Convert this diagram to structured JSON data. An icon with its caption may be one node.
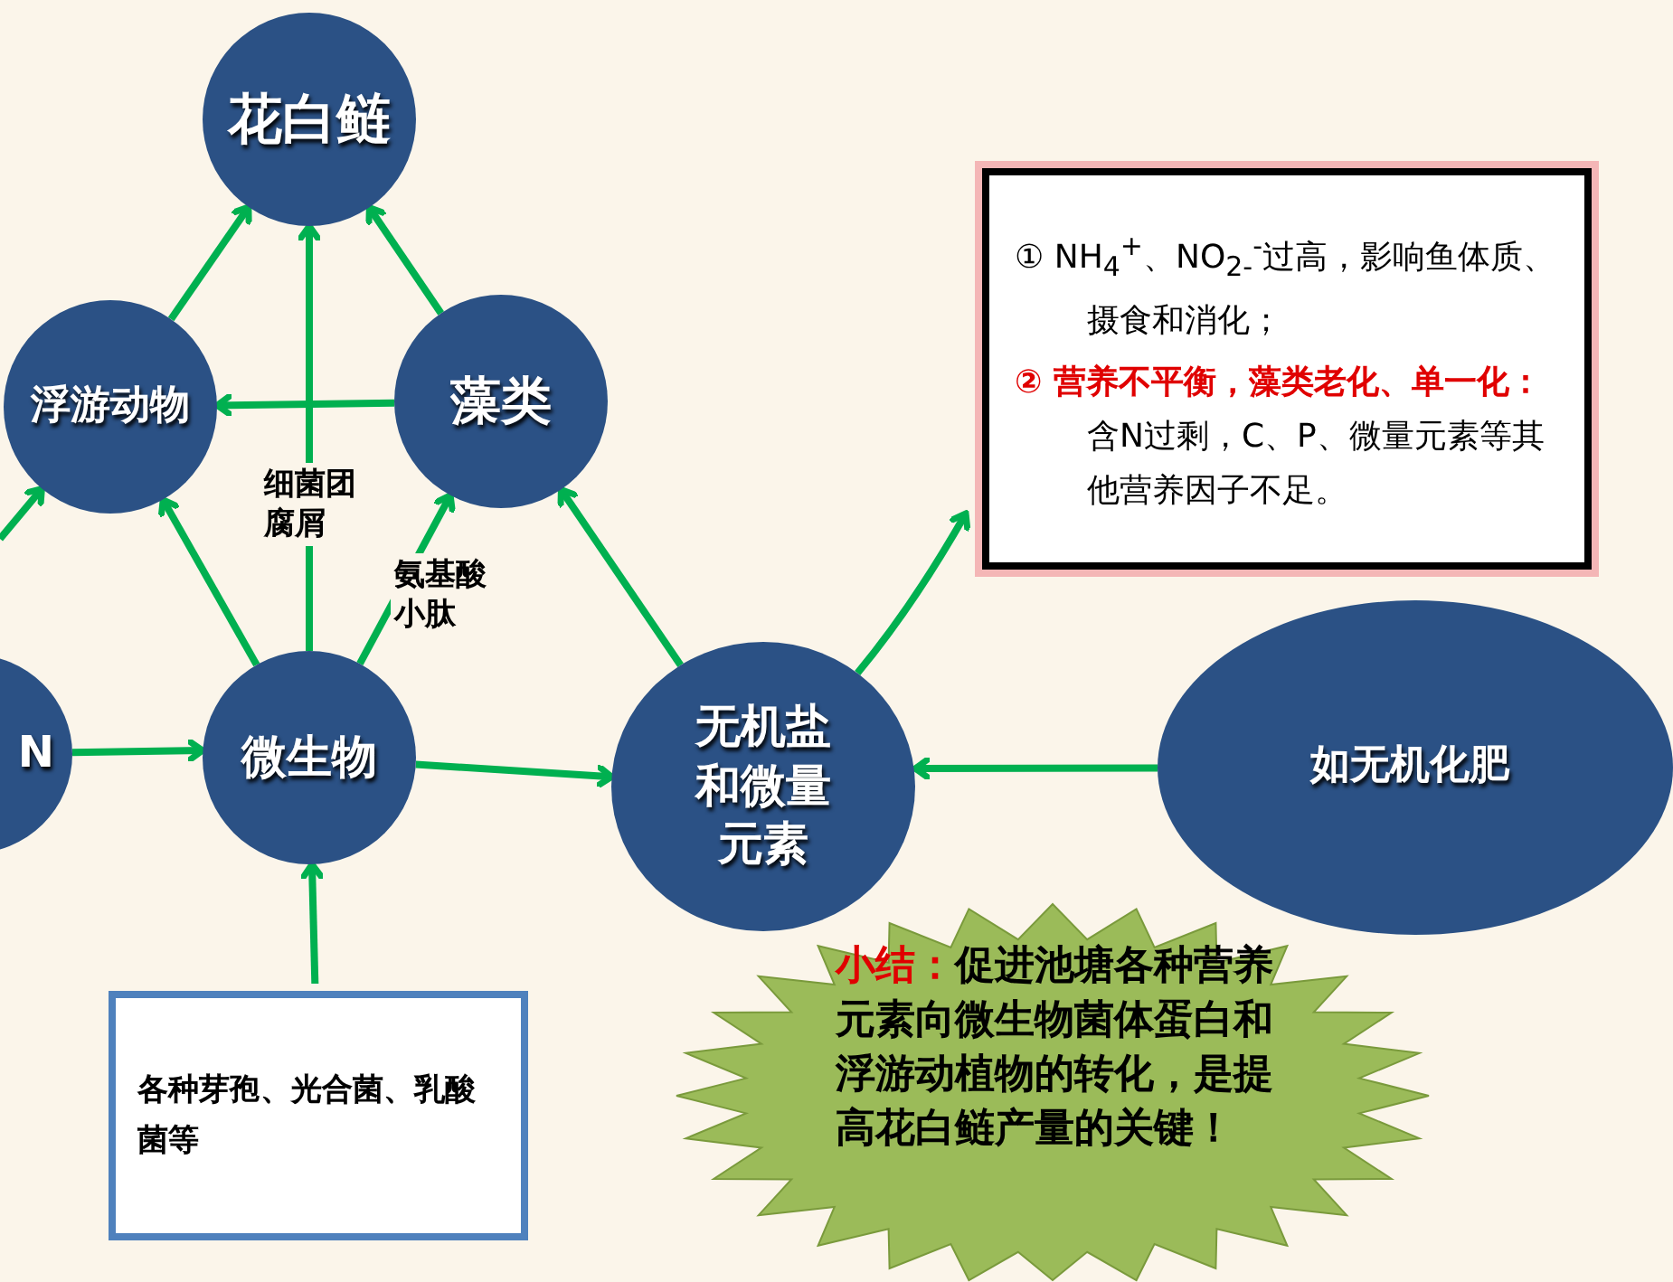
{
  "diagram": {
    "nodes": [
      {
        "text": [
          "花白鲢"
        ]
      },
      {
        "text": [
          "浮游动物"
        ]
      },
      {
        "text": [
          "藻类"
        ]
      },
      {
        "text": [
          "N"
        ]
      },
      {
        "text": [
          "微生物"
        ]
      },
      {
        "text": [
          "无机盐和微量元素"
        ]
      },
      {
        "text": [
          "① NH$_{4}$$^{+}$、NO$_{2-}$$^{-}$过高，影响鱼体质、摄食和消化；",
          "**② 营养不平衡，藻类老化、单一化：**含N过剩，C、P、微量元素等其他营养因子不足。"
        ]
      },
      {
        "text": [
          "如无机化肥"
        ]
      },
      {
        "text": [
          "各种芽孢、光合菌、乳酸菌等"
        ]
      },
      {
        "text": [
          "**小结：**促进池塘各种营养元素向微生物菌体蛋白和浮游动植物的转化，是提高花白鲢产量的关键！"
        ]
      }
    ],
    "edges": [
      {
        "from": 1,
        "to": 0,
        "arrow": "to"
      },
      {
        "from": 4,
        "to": 0,
        "arrow": "to",
        "label": "细菌团腐屑"
      },
      {
        "from": 2,
        "to": 0,
        "arrow": "to"
      },
      {
        "from": 2,
        "to": 1,
        "arrow": "to"
      },
      {
        "from": null,
        "to": 1,
        "arrow": "to"
      },
      {
        "from": 4,
        "to": 1,
        "arrow": "to"
      },
      {
        "from": 4,
        "to": 2,
        "arrow": "to",
        "label": "氨基酸小肽"
      },
      {
        "from": 5,
        "to": 2,
        "arrow": "to"
      },
      {
        "from": 5,
        "to": 6,
        "arrow": "to"
      },
      {
        "from": 3,
        "to": 4,
        "arrow": "to"
      },
      {
        "from": 4,
        "to": 5,
        "arrow": "to"
      },
      {
        "from": 7,
        "to": 5,
        "arrow": "to"
      },
      {
        "from": 8,
        "to": 4,
        "arrow": "to"
      }
    ]
  }
}
